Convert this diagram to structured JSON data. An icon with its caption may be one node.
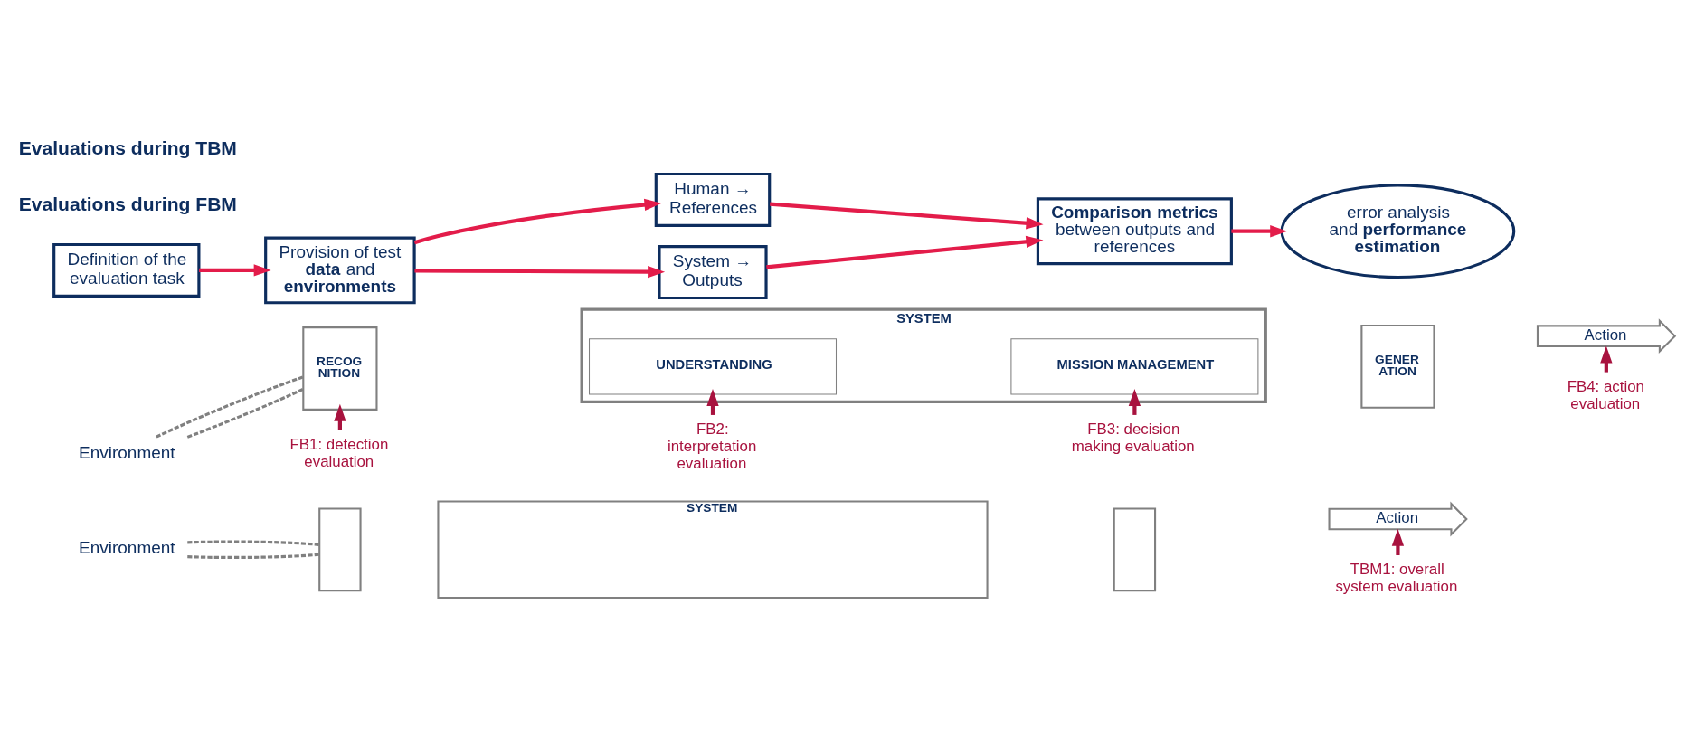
{
  "diagram": {
    "nodes": [
      {
        "text": [
          "Definition of the evaluation task"
        ]
      },
      {
        "text": [
          "Provision of test **data** and **environments**"
        ]
      },
      {
        "text": [
          "Human → References"
        ]
      },
      {
        "text": [
          "System → Outputs"
        ]
      },
      {
        "text": [
          "**Comparison metrics** between outputs and references"
        ]
      },
      {
        "text": [
          "error analysis and **performance estimation**"
        ]
      },
      {
        "text": [
          "Environment"
        ]
      },
      {
        "text": [
          "SYSTEM"
        ]
      },
      {
        "text": [
          "RECOG NITION"
        ]
      },
      {
        "text": [
          "UNDERSTANDING"
        ],
        "in": 7
      },
      {
        "text": [
          "MISSION MANAGEMENT"
        ],
        "in": 7
      },
      {
        "text": [
          "GENER ATION"
        ]
      },
      {
        "text": [
          "Action"
        ]
      },
      {
        "text": [
          "FB1: detection evaluation"
        ]
      },
      {
        "text": [
          "FB2: interpretation evaluation"
        ]
      },
      {
        "text": [
          "FB3: decision making evaluation"
        ]
      },
      {
        "text": [
          "FB4: action evaluation"
        ]
      },
      {
        "text": [
          "Environment"
        ]
      },
      {
        "text": [],
        "shape": "box"
      },
      {
        "text": [
          "SYSTEM"
        ]
      },
      {
        "text": [],
        "shape": "box"
      },
      {
        "text": [
          "Action"
        ]
      },
      {
        "text": [
          "TBM1: overall system evaluation"
        ]
      }
    ],
    "edges": [
      {
        "from": 0,
        "to": 1,
        "arrow": "to",
        "color": "#e31c4a"
      },
      {
        "from": 1,
        "to": 2,
        "arrow": "to",
        "color": "#e31c4a"
      },
      {
        "from": 1,
        "to": 3,
        "arrow": "to",
        "color": "#e31c4a"
      },
      {
        "from": 2,
        "to": 4,
        "arrow": "to",
        "color": "#e31c4a"
      },
      {
        "from": 3,
        "to": 4,
        "arrow": "to",
        "color": "#e31c4a"
      },
      {
        "from": 4,
        "to": 5,
        "arrow": "to",
        "color": "#e31c4a"
      },
      {
        "from": 6,
        "to": 8,
        "arrow": "none",
        "style": "dashed",
        "color": "#808080"
      },
      {
        "from": 6,
        "to": 8,
        "arrow": "none",
        "style": "dashed",
        "color": "#808080"
      },
      {
        "from": 13,
        "to": 8,
        "arrow": "to",
        "color": "#a8123e"
      },
      {
        "from": 14,
        "to": 9,
        "arrow": "to",
        "color": "#a8123e"
      },
      {
        "from": 15,
        "to": 10,
        "arrow": "to",
        "color": "#a8123e"
      },
      {
        "from": 16,
        "to": 12,
        "arrow": "to",
        "color": "#a8123e"
      },
      {
        "from": 17,
        "to": 18,
        "arrow": "none",
        "style": "dashed",
        "color": "#808080"
      },
      {
        "from": 17,
        "to": 18,
        "arrow": "none",
        "style": "dashed",
        "color": "#808080"
      },
      {
        "from": 22,
        "to": 21,
        "arrow": "to",
        "color": "#a8123e"
      }
    ],
    "labels": [
      "Evaluations during FBM",
      "Evaluations during TBM"
    ]
  }
}
